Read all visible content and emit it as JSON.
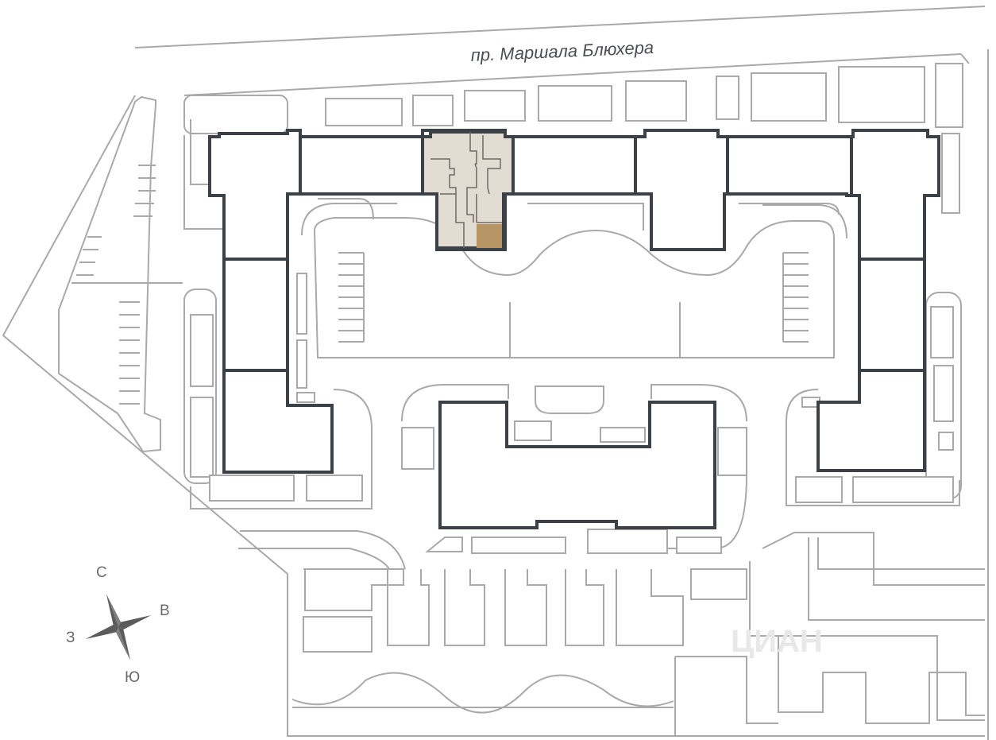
{
  "street_label": "пр. Маршала Блюхера",
  "compass": {
    "north": "С",
    "east": "В",
    "south": "Ю",
    "west": "З"
  },
  "watermark": "ЦИАН",
  "colors": {
    "section_highlight": "#e3dcd2",
    "unit_highlight": "#b79463",
    "building_outline": "#3c4047",
    "plan_lines": "#a9a9a9"
  }
}
